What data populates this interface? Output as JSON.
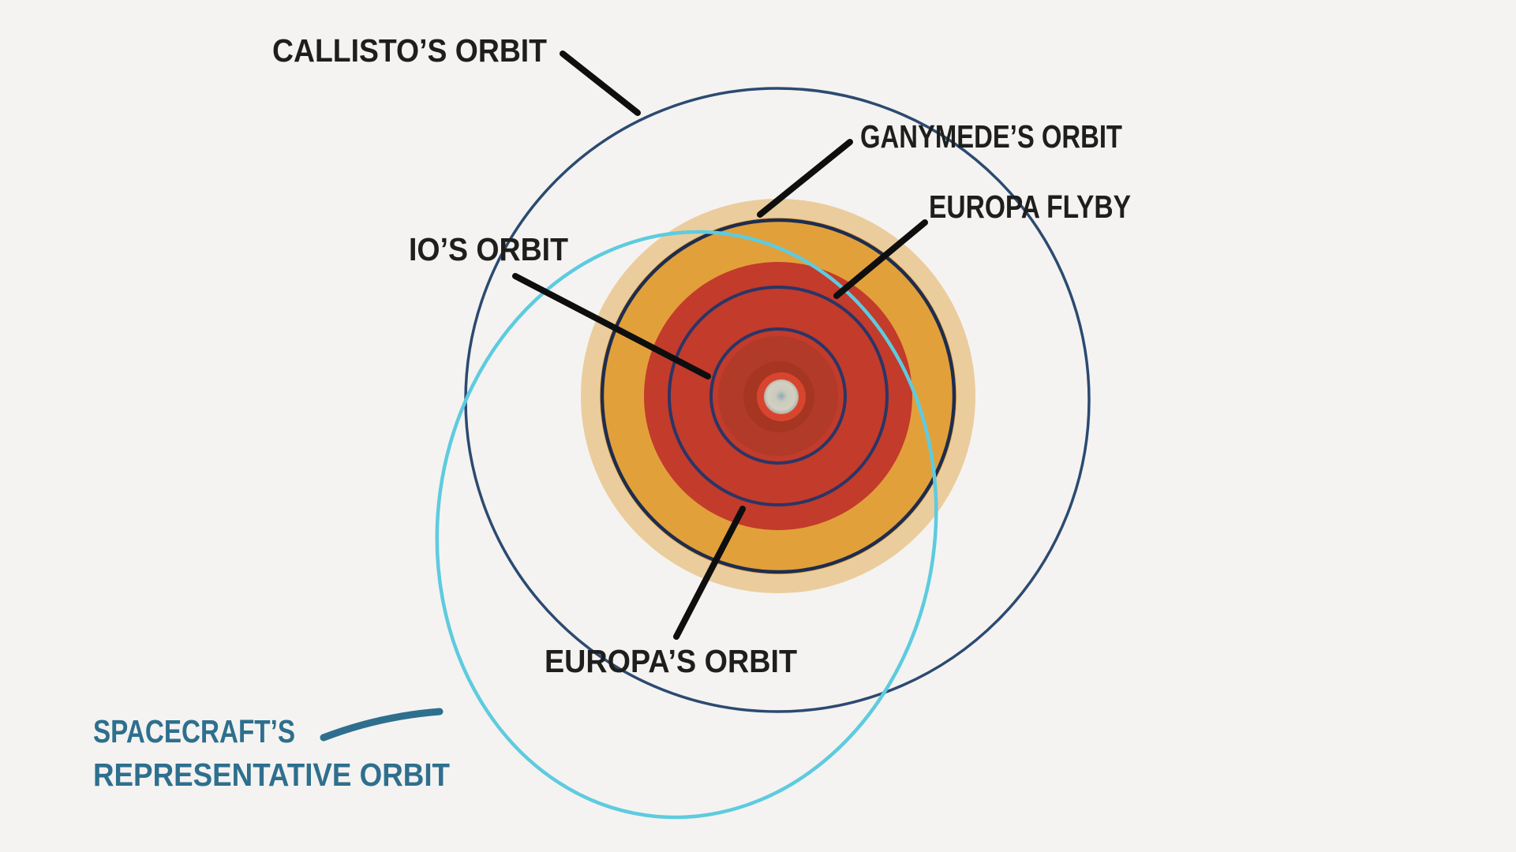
{
  "diagram": {
    "background": "#f4f3f1",
    "labels": {
      "callisto_orbit": "CALLISTO’S ORBIT",
      "ganymede_orbit": "GANYMEDE’S ORBIT",
      "europa_flyby": "EUROPA FLYBY",
      "io_orbit": "IO’S ORBIT",
      "europa_orbit": "EUROPA’S ORBIT",
      "spacecraft_orbit_line1": "SPACECRAFT’S",
      "spacecraft_orbit_line2": "REPRESENTATIVE ORBIT"
    },
    "colors": {
      "label_text": "#1e1e1c",
      "spacecraft_label_text": "#2e6f8e",
      "callout_line": "#0e0e0e",
      "spacecraft_callout_line": "#2e6f8e",
      "radiation_outer_halo": "#ebcc9c",
      "radiation_orange": "#e2a03a",
      "radiation_red": "#c33b2b",
      "radiation_dark_red": "#b13a28",
      "radiation_core_red": "#a63522",
      "jupiter_glow_red": "#d8452f",
      "moon_orbit_line": "#2b3566",
      "ganymede_orbit_line": "#1d2d4f",
      "callisto_orbit_line": "#2c4a71",
      "spacecraft_orbit_line": "#5ecbdf"
    }
  }
}
